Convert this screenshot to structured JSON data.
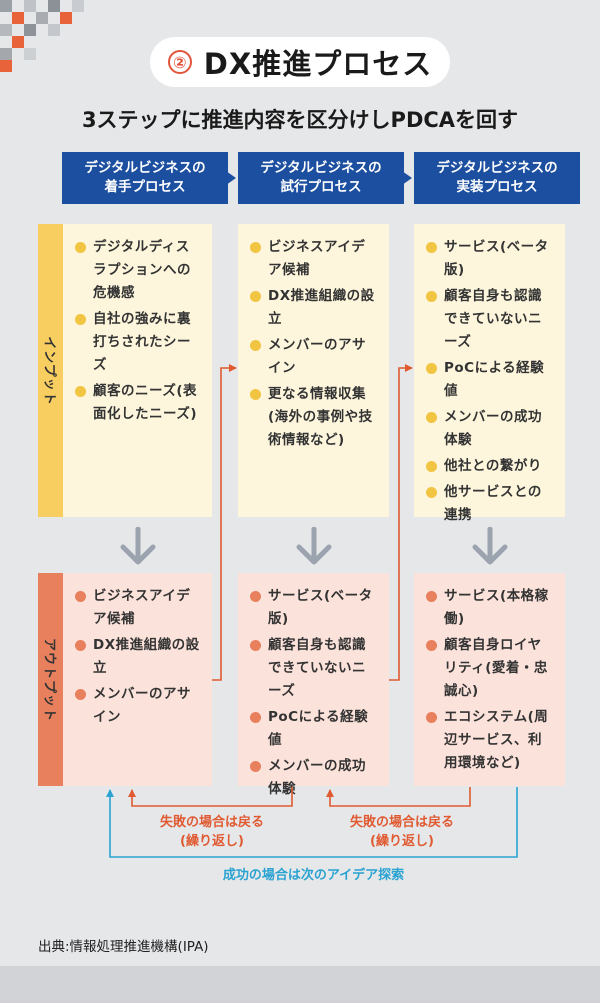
{
  "title": {
    "number": "②",
    "text": "DX推進プロセス"
  },
  "subtitle": "3ステップに推進内容を区分けしPDCAを回す",
  "phases": [
    {
      "line1": "デジタルビジネスの",
      "line2": "着手プロセス"
    },
    {
      "line1": "デジタルビジネスの",
      "line2": "試行プロセス"
    },
    {
      "line1": "デジタルビジネスの",
      "line2": "実装プロセス"
    }
  ],
  "row_labels": {
    "input": "インプット",
    "output": "アウトプット"
  },
  "input_boxes": [
    [
      "デジタルディスラプションへの危機感",
      "自社の強みに裏打ちされたシーズ",
      "顧客のニーズ(表面化したニーズ)"
    ],
    [
      "ビジネスアイデア候補",
      "DX推進組織の設立",
      "メンバーのアサイン",
      "更なる情報収集(海外の事例や技術情報など)"
    ],
    [
      "サービス(ベータ版)",
      "顧客自身も認識できていないニーズ",
      "PoCによる経験値",
      "メンバーの成功体験",
      "他社との繋がり",
      "他サービスとの連携"
    ]
  ],
  "output_boxes": [
    [
      "ビジネスアイデア候補",
      "DX推進組織の設立",
      "メンバーのアサイン"
    ],
    [
      "サービス(ベータ版)",
      "顧客自身も認識できていないニーズ",
      "PoCによる経験値",
      "メンバーの成功体験"
    ],
    [
      "サービス(本格稼働)",
      "顧客自身ロイヤリティ(愛着・忠誠心)",
      "エコシステム(周辺サービス、利用環境など)"
    ]
  ],
  "feedback": {
    "fail_1": {
      "line1": "失敗の場合は戻る",
      "line2": "(繰り返し)"
    },
    "fail_2": {
      "line1": "失敗の場合は戻る",
      "line2": "(繰り返し)"
    },
    "success": "成功の場合は次のアイデア探索"
  },
  "source": "出典:情報処理推進機構(IPA)",
  "colors": {
    "phase": "#1c4fa0",
    "input_bar": "#f8ce60",
    "output_bar": "#e8805e",
    "input_bg": "#fdf6dd",
    "output_bg": "#fbe2da",
    "feedback_red": "#e05a32",
    "feedback_blue": "#2aa3d1",
    "arrow_gray": "#9aa3ae"
  }
}
